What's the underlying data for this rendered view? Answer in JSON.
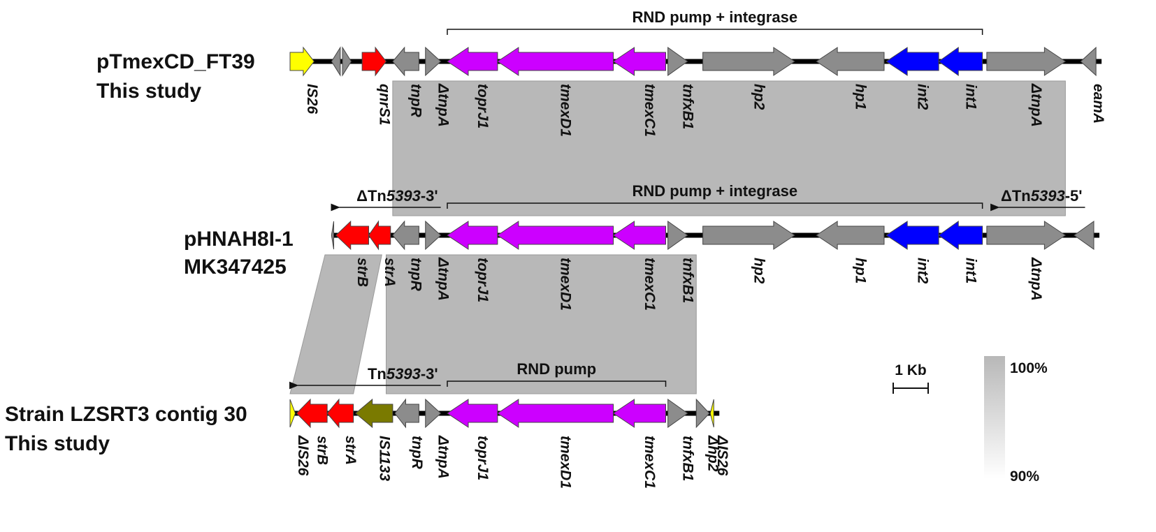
{
  "colors": {
    "yellow": "#ffff00",
    "gray": "#8c8c8c",
    "red": "#ff0000",
    "magenta": "#cc00ff",
    "blue": "#0000ff",
    "olive": "#7a7a00",
    "homology": "#b8b8b8",
    "backbone": "#000000"
  },
  "tracks": [
    {
      "id": "ft39",
      "name": "pTmexCD_FT39",
      "subtitle": "This study",
      "genes": [
        {
          "label": "IS26",
          "italic": false,
          "color": "yellow",
          "dir": "R",
          "start": 0.0,
          "end": 0.55
        },
        {
          "label": "",
          "color": "gray",
          "dir": "L",
          "start": 0.95,
          "end": 1.15
        },
        {
          "label": "",
          "color": "gray",
          "dir": "R",
          "start": 1.2,
          "end": 1.4
        },
        {
          "label": "qnrS1",
          "color": "red",
          "dir": "R",
          "start": 1.65,
          "end": 2.2
        },
        {
          "label": "tnpR",
          "color": "gray",
          "dir": "L",
          "start": 2.35,
          "end": 2.95
        },
        {
          "label": "ΔtnpA",
          "color": "gray",
          "dir": "R",
          "start": 3.1,
          "end": 3.45
        },
        {
          "label": "toprJ1",
          "color": "magenta",
          "dir": "L",
          "start": 3.6,
          "end": 4.75
        },
        {
          "label": "tmexD1",
          "color": "magenta",
          "dir": "L",
          "start": 4.75,
          "end": 7.4
        },
        {
          "label": "tmexC1",
          "color": "magenta",
          "dir": "L",
          "start": 7.4,
          "end": 8.6
        },
        {
          "label": "tnfxB1",
          "color": "gray",
          "dir": "R",
          "start": 8.65,
          "end": 9.1
        },
        {
          "label": "hp2",
          "color": "gray",
          "dir": "R",
          "start": 9.45,
          "end": 11.55
        },
        {
          "label": "hp1",
          "color": "gray",
          "dir": "L",
          "start": 12.05,
          "end": 13.6
        },
        {
          "label": "int2",
          "color": "blue",
          "dir": "L",
          "start": 13.65,
          "end": 14.85
        },
        {
          "label": "int1",
          "color": "blue",
          "dir": "L",
          "start": 14.85,
          "end": 15.85
        },
        {
          "label": "ΔtnpA",
          "color": "gray",
          "dir": "R",
          "start": 15.95,
          "end": 17.75
        },
        {
          "label": "eamA",
          "color": "gray",
          "dir": "L",
          "start": 18.1,
          "end": 18.45
        }
      ],
      "brackets": [
        {
          "label": "RND pump + integrase",
          "start": 3.6,
          "end": 15.85
        }
      ],
      "arrows": []
    },
    {
      "id": "hnah8i",
      "name": "pHNAH8I-1",
      "subtitle": "MK347425",
      "genes": [
        {
          "label": "",
          "color": "gray",
          "dir": "L",
          "start": 0.95,
          "end": 1.0
        },
        {
          "label": "strB",
          "color": "red",
          "dir": "L",
          "start": 1.05,
          "end": 1.8
        },
        {
          "label": "strA",
          "color": "red",
          "dir": "L",
          "start": 1.8,
          "end": 2.3
        },
        {
          "label": "tnpR",
          "color": "gray",
          "dir": "L",
          "start": 2.35,
          "end": 2.95
        },
        {
          "label": "ΔtnpA",
          "color": "gray",
          "dir": "R",
          "start": 3.1,
          "end": 3.45
        },
        {
          "label": "toprJ1",
          "color": "magenta",
          "dir": "L",
          "start": 3.6,
          "end": 4.75
        },
        {
          "label": "tmexD1",
          "color": "magenta",
          "dir": "L",
          "start": 4.75,
          "end": 7.4
        },
        {
          "label": "tmexC1",
          "color": "magenta",
          "dir": "L",
          "start": 7.4,
          "end": 8.6
        },
        {
          "label": "tnfxB1",
          "color": "gray",
          "dir": "R",
          "start": 8.65,
          "end": 9.1
        },
        {
          "label": "hp2",
          "color": "gray",
          "dir": "R",
          "start": 9.45,
          "end": 11.55
        },
        {
          "label": "hp1",
          "color": "gray",
          "dir": "L",
          "start": 12.05,
          "end": 13.6
        },
        {
          "label": "int2",
          "color": "blue",
          "dir": "L",
          "start": 13.65,
          "end": 14.85
        },
        {
          "label": "int1",
          "color": "blue",
          "dir": "L",
          "start": 14.85,
          "end": 15.85
        },
        {
          "label": "ΔtnpA",
          "color": "gray",
          "dir": "R",
          "start": 15.95,
          "end": 17.75
        },
        {
          "label": "",
          "color": "gray",
          "dir": "L",
          "start": 17.95,
          "end": 18.4
        }
      ],
      "brackets": [
        {
          "label": "RND pump + integrase",
          "start": 3.6,
          "end": 15.85
        }
      ],
      "arrows": [
        {
          "label_pre": "ΔTn",
          "label_em": "5393",
          "label_post": "-3'",
          "dir": "L",
          "start": 1.0,
          "end": 3.45
        },
        {
          "label_pre": "ΔTn",
          "label_em": "5393",
          "label_post": "-5'",
          "dir": "L",
          "start": 16.1,
          "end": 18.2
        }
      ]
    },
    {
      "id": "lzsrt3",
      "name": "Strain LZSRT3 contig 30",
      "subtitle": "This study",
      "genes": [
        {
          "label": "ΔIS26",
          "italic_part": false,
          "color": "yellow",
          "dir": "R",
          "start": 0.0,
          "end": 0.12
        },
        {
          "label": "strB",
          "color": "red",
          "dir": "L",
          "start": 0.15,
          "end": 0.85
        },
        {
          "label": "strA",
          "color": "red",
          "dir": "L",
          "start": 0.85,
          "end": 1.45
        },
        {
          "label": "IS1133",
          "color": "olive",
          "dir": "L",
          "start": 1.5,
          "end": 2.35
        },
        {
          "label": "tnpR",
          "color": "gray",
          "dir": "L",
          "start": 2.4,
          "end": 2.95
        },
        {
          "label": "ΔtnpA",
          "color": "gray",
          "dir": "R",
          "start": 3.1,
          "end": 3.45
        },
        {
          "label": "toprJ1",
          "color": "magenta",
          "dir": "L",
          "start": 3.6,
          "end": 4.75
        },
        {
          "label": "tmexD1",
          "color": "magenta",
          "dir": "L",
          "start": 4.75,
          "end": 7.4
        },
        {
          "label": "tmexC1",
          "color": "magenta",
          "dir": "L",
          "start": 7.4,
          "end": 8.6
        },
        {
          "label": "tnfxB1",
          "color": "gray",
          "dir": "R",
          "start": 8.65,
          "end": 9.1
        },
        {
          "label": "Δhp2",
          "color": "gray",
          "dir": "R",
          "start": 9.3,
          "end": 9.6
        },
        {
          "label": "ΔIS26",
          "color": "yellow",
          "dir": "L",
          "start": 9.62,
          "end": 9.7
        }
      ],
      "brackets": [
        {
          "label": "RND pump",
          "start": 3.6,
          "end": 8.6
        }
      ],
      "arrows": [
        {
          "label_pre": "Tn",
          "label_em": "5393",
          "label_post": "-3'",
          "dir": "L",
          "start": 0.05,
          "end": 3.45
        }
      ]
    }
  ],
  "scale_bar": {
    "label": "1 Kb"
  },
  "identity_legend": {
    "max_label": "100%",
    "min_label": "90%"
  }
}
